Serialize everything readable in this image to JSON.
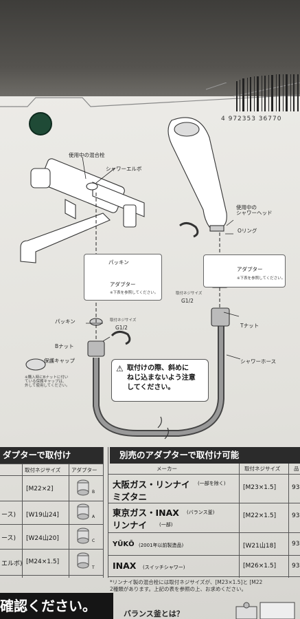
{
  "package": {
    "barcode_number": "4 972353 36770",
    "diagram_labels": {
      "mixing_faucet": "使用中の混合栓",
      "shower_elbow": "シャワーエルボ",
      "packing_top": "パッキン",
      "adapter_left": "アダプター",
      "adapter_left_note": "※下表を参照してください。",
      "packing_bottom": "パッキン",
      "thread_size_left_label": "取付ネジサイズ",
      "thread_size_left": "G1/2",
      "b_nut": "Bナット",
      "protect_cap": "保護キャップ",
      "protect_cap_note": "※購入時にBナットに付い\nている保護キャップは、\n外して使用してください。",
      "shower_head": "使用中の\nシャワーヘッド",
      "o_ring": "Oリング",
      "adapter_right": "アダプター",
      "adapter_right_note": "※下表を参照してください。",
      "thread_size_right_label": "取付ネジサイズ",
      "thread_size_right": "G1/2",
      "t_nut": "Tナット",
      "shower_hose": "シャワーホース"
    },
    "warning": "取付けの際、斜めに\nねじ込まないよう注意\nしてください。",
    "left_table": {
      "title": "ダプターで取付け",
      "headers": [
        "取付ネジサイズ",
        "アダプター"
      ],
      "rows": [
        {
          "name": "",
          "size": "[M22×2]",
          "adapter": "B"
        },
        {
          "name": "ース)",
          "size": "[W19山24]",
          "adapter": "A"
        },
        {
          "name": "ース)",
          "size": "[W24山20]",
          "adapter": "C"
        },
        {
          "name": "エルボ)",
          "size": "[M24×1.5]",
          "adapter": "T"
        }
      ]
    },
    "right_table": {
      "title": "別売のアダプターで取付け可能",
      "headers": [
        "メーカー",
        "取付ネジサイズ",
        "品"
      ],
      "rows": [
        {
          "maker": "大阪ガス・リンナイ",
          "maker_note": "(一部を除く)",
          "maker2": "ミズタニ",
          "size": "[M23×1.5]",
          "part": "93"
        },
        {
          "maker": "東京ガス・INAX",
          "maker_note": "(バランス釜)",
          "maker2": "リンナイ",
          "maker2_note": "(一部)",
          "size": "[M22×1.5]",
          "part": "93"
        },
        {
          "maker": "YŪKŌ",
          "maker_note": "(2001年以前製造品)",
          "size": "[W21山18]",
          "part": "93"
        },
        {
          "maker": "INAX",
          "maker_note": "(スイッチシャワー)",
          "size": "[M26×1.5]",
          "part": "93"
        }
      ],
      "footnote": "*リンナイ製の混合栓には取付ネジサイズが、[M23×1.5]と [M22\n2種類があります。上記の表を参照の上、お求めください。"
    },
    "bottom_left_heading": "確認ください。",
    "bottom_right_heading": "バランス釜とは？"
  }
}
